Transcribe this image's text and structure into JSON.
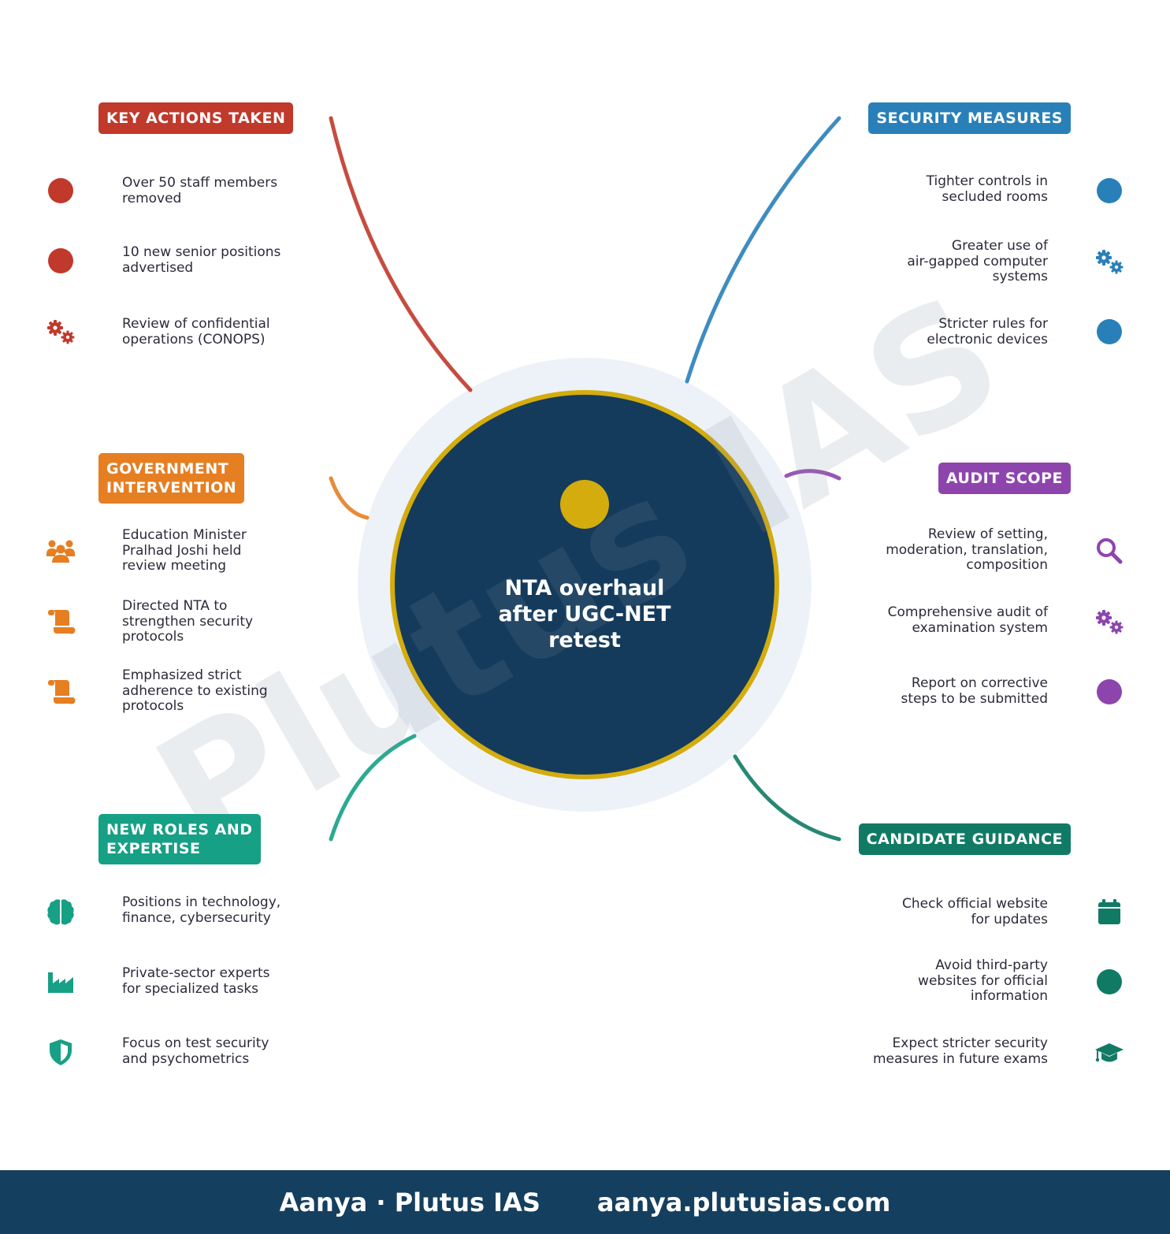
{
  "watermark": "Plutus IAS",
  "center": {
    "title": "NTA overhaul\nafter UGC-NET\nretest"
  },
  "colors": {
    "key_actions": "#c0392b",
    "security": "#2980b9",
    "government": "#e67e22",
    "audit": "#8e44ad",
    "roles": "#16a085",
    "guidance": "#117a65",
    "center_fill": "#143b5c",
    "center_ring": "#d4ac0d",
    "halo": "#edf2f8",
    "footer": "#153f5e"
  },
  "sections": {
    "key_actions": {
      "title": "KEY ACTIONS TAKEN",
      "items": [
        {
          "text": "Over 50 staff members\nremoved",
          "icon": "dot-icon"
        },
        {
          "text": "10 new senior positions\nadvertised",
          "icon": "dot-icon"
        },
        {
          "text": "Review of confidential\noperations (CONOPS)",
          "icon": "gears-icon"
        }
      ]
    },
    "security": {
      "title": "SECURITY MEASURES",
      "items": [
        {
          "text": "Tighter controls in\nsecluded rooms",
          "icon": "dot-icon"
        },
        {
          "text": "Greater use of\nair-gapped computer\nsystems",
          "icon": "gears-icon"
        },
        {
          "text": "Stricter rules for\nelectronic devices",
          "icon": "dot-icon"
        }
      ]
    },
    "government": {
      "title": "GOVERNMENT\nINTERVENTION",
      "items": [
        {
          "text": "Education Minister\nPralhad Joshi held\nreview meeting",
          "icon": "users-icon"
        },
        {
          "text": "Directed NTA to\nstrengthen security\nprotocols",
          "icon": "scroll-icon"
        },
        {
          "text": "Emphasized strict\nadherence to existing\nprotocols",
          "icon": "scroll-icon"
        }
      ]
    },
    "audit": {
      "title": "AUDIT SCOPE",
      "items": [
        {
          "text": "Review of setting,\nmoderation, translation,\ncomposition",
          "icon": "search-icon"
        },
        {
          "text": "Comprehensive audit of\nexamination system",
          "icon": "gears-icon"
        },
        {
          "text": "Report on corrective\nsteps to be submitted",
          "icon": "dot-icon"
        }
      ]
    },
    "roles": {
      "title": "NEW ROLES AND\nEXPERTISE",
      "items": [
        {
          "text": "Positions in technology,\nfinance, cybersecurity",
          "icon": "brain-icon"
        },
        {
          "text": "Private-sector experts\nfor specialized tasks",
          "icon": "industry-icon"
        },
        {
          "text": "Focus on test security\nand psychometrics",
          "icon": "shield-icon"
        }
      ]
    },
    "guidance": {
      "title": "CANDIDATE GUIDANCE",
      "items": [
        {
          "text": "Check official website\nfor updates",
          "icon": "calendar-icon"
        },
        {
          "text": "Avoid third-party\nwebsites for official\ninformation",
          "icon": "dot-icon"
        },
        {
          "text": "Expect stricter security\nmeasures in future exams",
          "icon": "graduation-cap-icon"
        }
      ]
    }
  },
  "footer": {
    "author": "Aanya · Plutus IAS",
    "url": "aanya.plutusias.com"
  }
}
